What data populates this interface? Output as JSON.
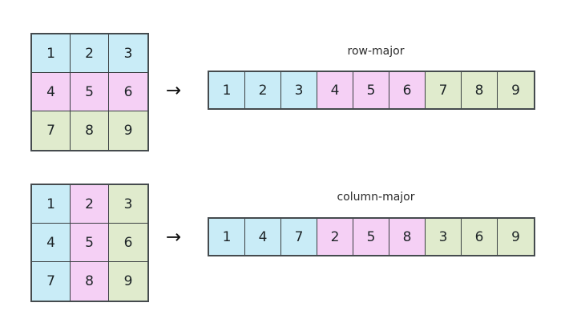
{
  "palette": {
    "blue": "#c9ecf7",
    "pink": "#f5d0f5",
    "green": "#e0ebcd",
    "border": "#3a3f42",
    "outer_border": "#454b4e",
    "background": "#ffffff",
    "text": "#1c2326",
    "caption_text": "#2b2b2b"
  },
  "arrow_glyph": "→",
  "diagram_data": {
    "type": "diagram",
    "title": "",
    "matrix_shape": [
      3,
      3
    ],
    "matrix_values": [
      [
        1,
        2,
        3
      ],
      [
        4,
        5,
        6
      ],
      [
        7,
        8,
        9
      ]
    ],
    "blocks": [
      {
        "id": "row-major",
        "caption": "row-major",
        "grid_color_mode": "by-row",
        "grid_cells": [
          {
            "value": "1",
            "color": "blue"
          },
          {
            "value": "2",
            "color": "blue"
          },
          {
            "value": "3",
            "color": "blue"
          },
          {
            "value": "4",
            "color": "pink"
          },
          {
            "value": "5",
            "color": "pink"
          },
          {
            "value": "6",
            "color": "pink"
          },
          {
            "value": "7",
            "color": "green"
          },
          {
            "value": "8",
            "color": "green"
          },
          {
            "value": "9",
            "color": "green"
          }
        ],
        "array_cells": [
          {
            "value": "1",
            "color": "blue"
          },
          {
            "value": "2",
            "color": "blue"
          },
          {
            "value": "3",
            "color": "blue"
          },
          {
            "value": "4",
            "color": "pink"
          },
          {
            "value": "5",
            "color": "pink"
          },
          {
            "value": "6",
            "color": "pink"
          },
          {
            "value": "7",
            "color": "green"
          },
          {
            "value": "8",
            "color": "green"
          },
          {
            "value": "9",
            "color": "green"
          }
        ]
      },
      {
        "id": "column-major",
        "caption": "column-major",
        "grid_color_mode": "by-column",
        "grid_cells": [
          {
            "value": "1",
            "color": "blue"
          },
          {
            "value": "2",
            "color": "pink"
          },
          {
            "value": "3",
            "color": "green"
          },
          {
            "value": "4",
            "color": "blue"
          },
          {
            "value": "5",
            "color": "pink"
          },
          {
            "value": "6",
            "color": "green"
          },
          {
            "value": "7",
            "color": "blue"
          },
          {
            "value": "8",
            "color": "pink"
          },
          {
            "value": "9",
            "color": "green"
          }
        ],
        "array_cells": [
          {
            "value": "1",
            "color": "blue"
          },
          {
            "value": "4",
            "color": "blue"
          },
          {
            "value": "7",
            "color": "blue"
          },
          {
            "value": "2",
            "color": "pink"
          },
          {
            "value": "5",
            "color": "pink"
          },
          {
            "value": "8",
            "color": "pink"
          },
          {
            "value": "3",
            "color": "green"
          },
          {
            "value": "6",
            "color": "green"
          },
          {
            "value": "9",
            "color": "green"
          }
        ]
      }
    ]
  }
}
